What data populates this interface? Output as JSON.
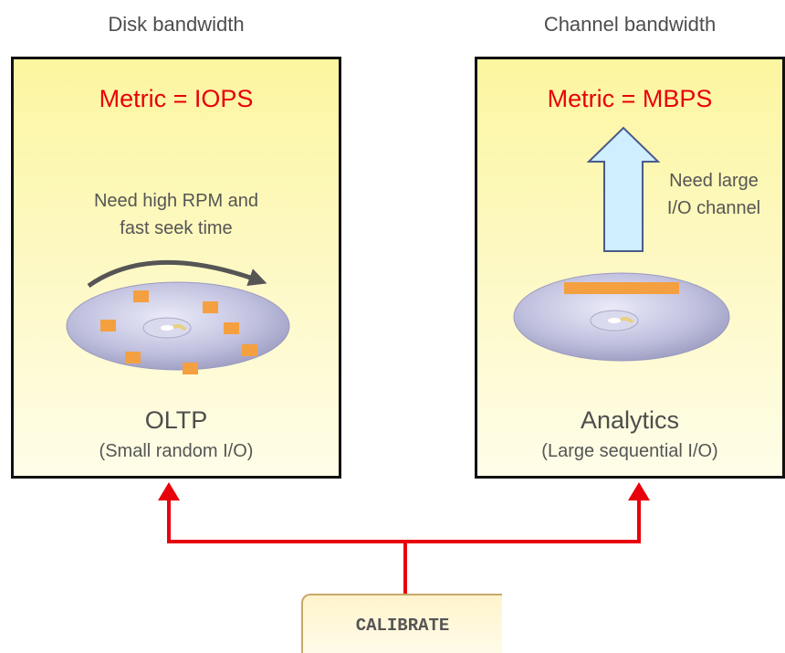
{
  "left": {
    "header": "Disk bandwidth",
    "metric": "Metric = IOPS",
    "note_lines": [
      "Need high RPM and",
      "fast seek time"
    ],
    "title": "OLTP",
    "subtitle": "(Small random I/O)"
  },
  "right": {
    "header": "Channel bandwidth",
    "metric": "Metric = MBPS",
    "note_lines": [
      "Need large",
      "I/O channel"
    ],
    "title": "Analytics",
    "subtitle": "(Large sequential I/O)"
  },
  "calibrate": {
    "label": "CALIBRATE"
  },
  "colors": {
    "metric_text": "#e8000b",
    "connector": "#e8000b",
    "data_block": "#f4a040",
    "box_fill": "#fcf6a0",
    "arrow_fill": "#cfeeff",
    "rotation_arrow": "#555555"
  },
  "icons": {
    "left_disk": "disk-icon",
    "right_disk": "disk-icon",
    "rotation": "rotation-arrow-icon",
    "upward": "up-arrow-icon"
  }
}
